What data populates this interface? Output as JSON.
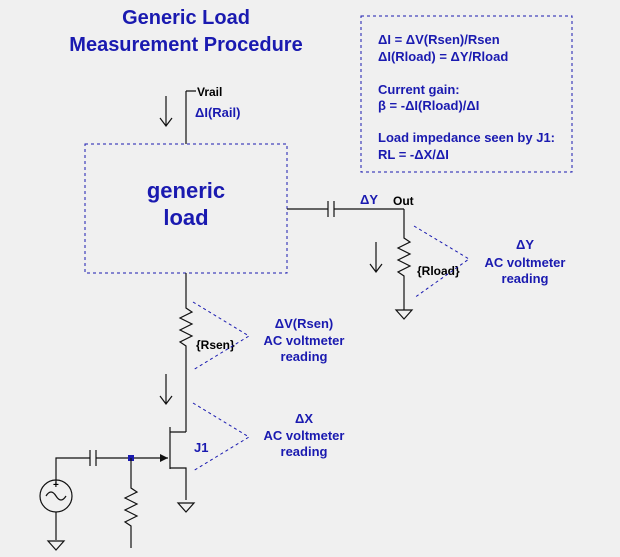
{
  "title": [
    "Generic Load",
    "Measurement Procedure"
  ],
  "equations": {
    "line1": "ΔI = ΔV(Rsen)/Rsen",
    "line2": "ΔI(Rload) = ΔY/Rload",
    "gain_title": "Current gain:",
    "gain_eq": "β = -ΔI(Rload)/ΔI",
    "imp_title": "Load impedance seen by J1:",
    "imp_eq": "RL = -ΔX/ΔI"
  },
  "load_label": [
    "generic",
    "load"
  ],
  "vrail_label": "Vrail",
  "rail_current_label": "ΔI(Rail)",
  "dy_label": "ΔY",
  "out_label": "Out",
  "rload_label": "{Rload}",
  "rsen_label": "{Rsen}",
  "j1_label": "J1",
  "plus_label": "+",
  "meter_dy": [
    "ΔY",
    "AC voltmeter",
    "reading"
  ],
  "meter_rsen": [
    "ΔV(Rsen)",
    "AC voltmeter",
    "reading"
  ],
  "meter_dx": [
    "ΔX",
    "AC voltmeter",
    "reading"
  ],
  "colors": {
    "accent": "#1a1ab0",
    "wire": "#111111",
    "background": "#f0f0f0"
  }
}
